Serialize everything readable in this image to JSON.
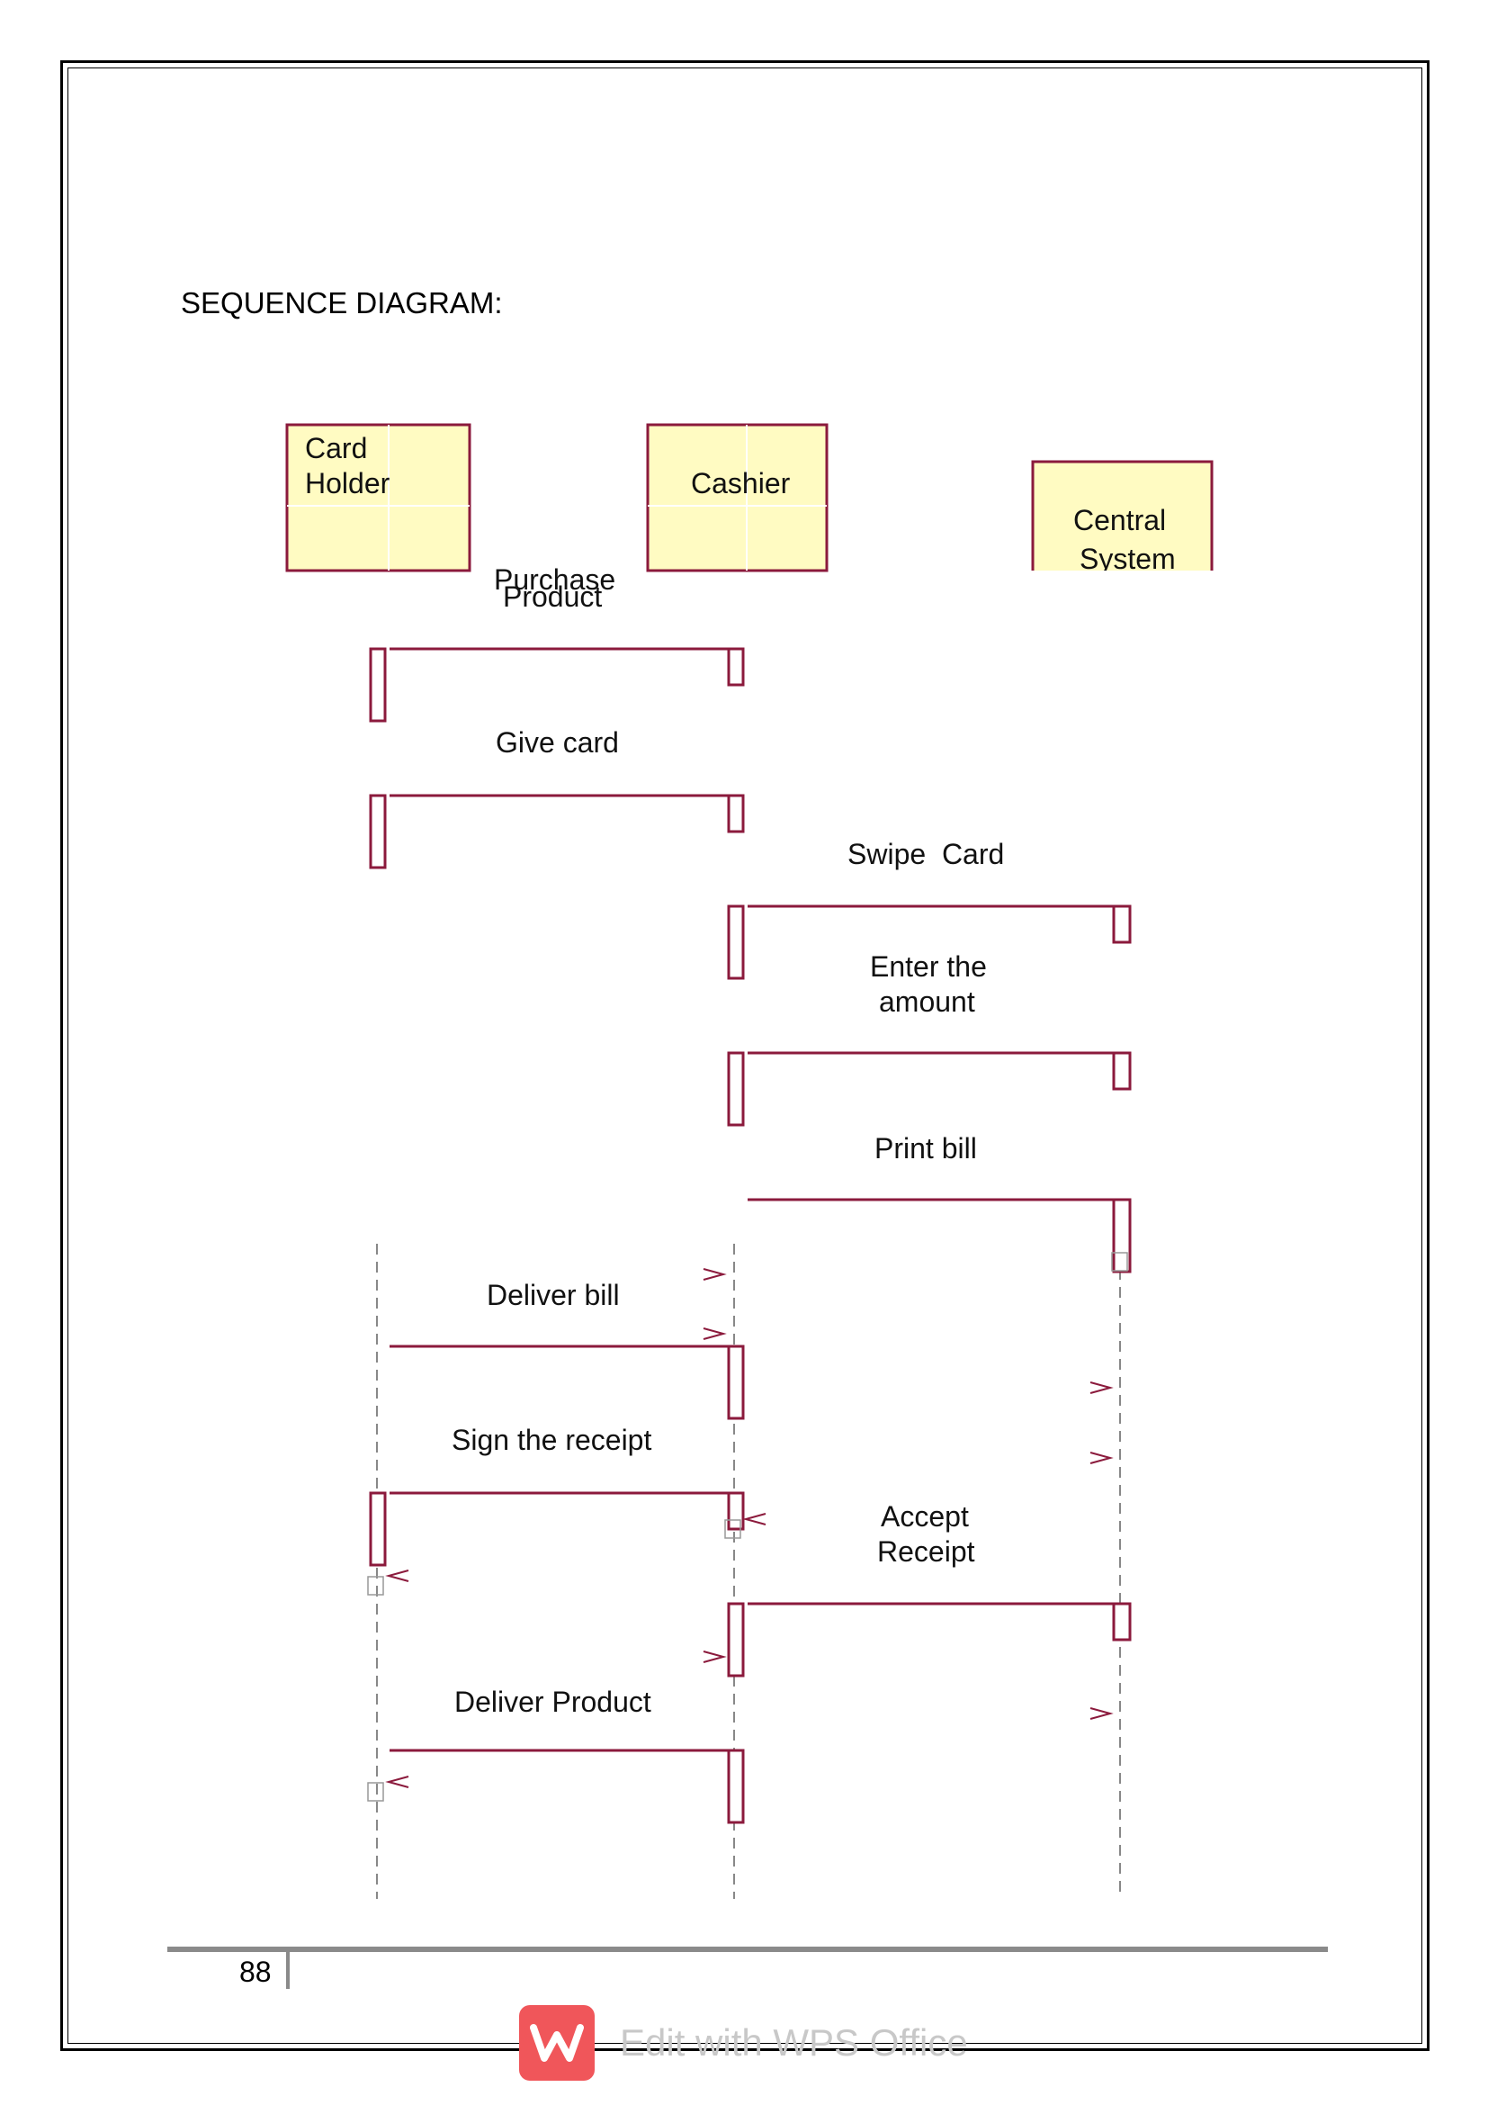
{
  "heading": "SEQUENCE DIAGRAM:",
  "lifelines": [
    {
      "id": "card-holder",
      "lines": [
        "Card",
        "Holder"
      ]
    },
    {
      "id": "cashier",
      "lines": [
        "Cashier"
      ]
    },
    {
      "id": "central-system",
      "lines": [
        "Central",
        "System"
      ]
    }
  ],
  "messages": [
    {
      "lines": [
        "Purchase",
        "Product"
      ]
    },
    {
      "lines": [
        "Give card"
      ]
    },
    {
      "lines": [
        "Swipe  Card"
      ]
    },
    {
      "lines": [
        "Enter the",
        "amount"
      ]
    },
    {
      "lines": [
        "Print bill"
      ]
    },
    {
      "lines": [
        "Deliver bill"
      ]
    },
    {
      "lines": [
        "Sign the receipt"
      ]
    },
    {
      "lines": [
        "Accept",
        "Receipt"
      ]
    },
    {
      "lines": [
        "Deliver Product"
      ]
    }
  ],
  "colors": {
    "box_fill": "#fffbc2",
    "line": "#8b1a3c",
    "dashed": "#888888"
  },
  "footer": {
    "page_number": "88",
    "watermark": "Edit with WPS Office",
    "watermark_icon": "wps-logo-icon"
  }
}
